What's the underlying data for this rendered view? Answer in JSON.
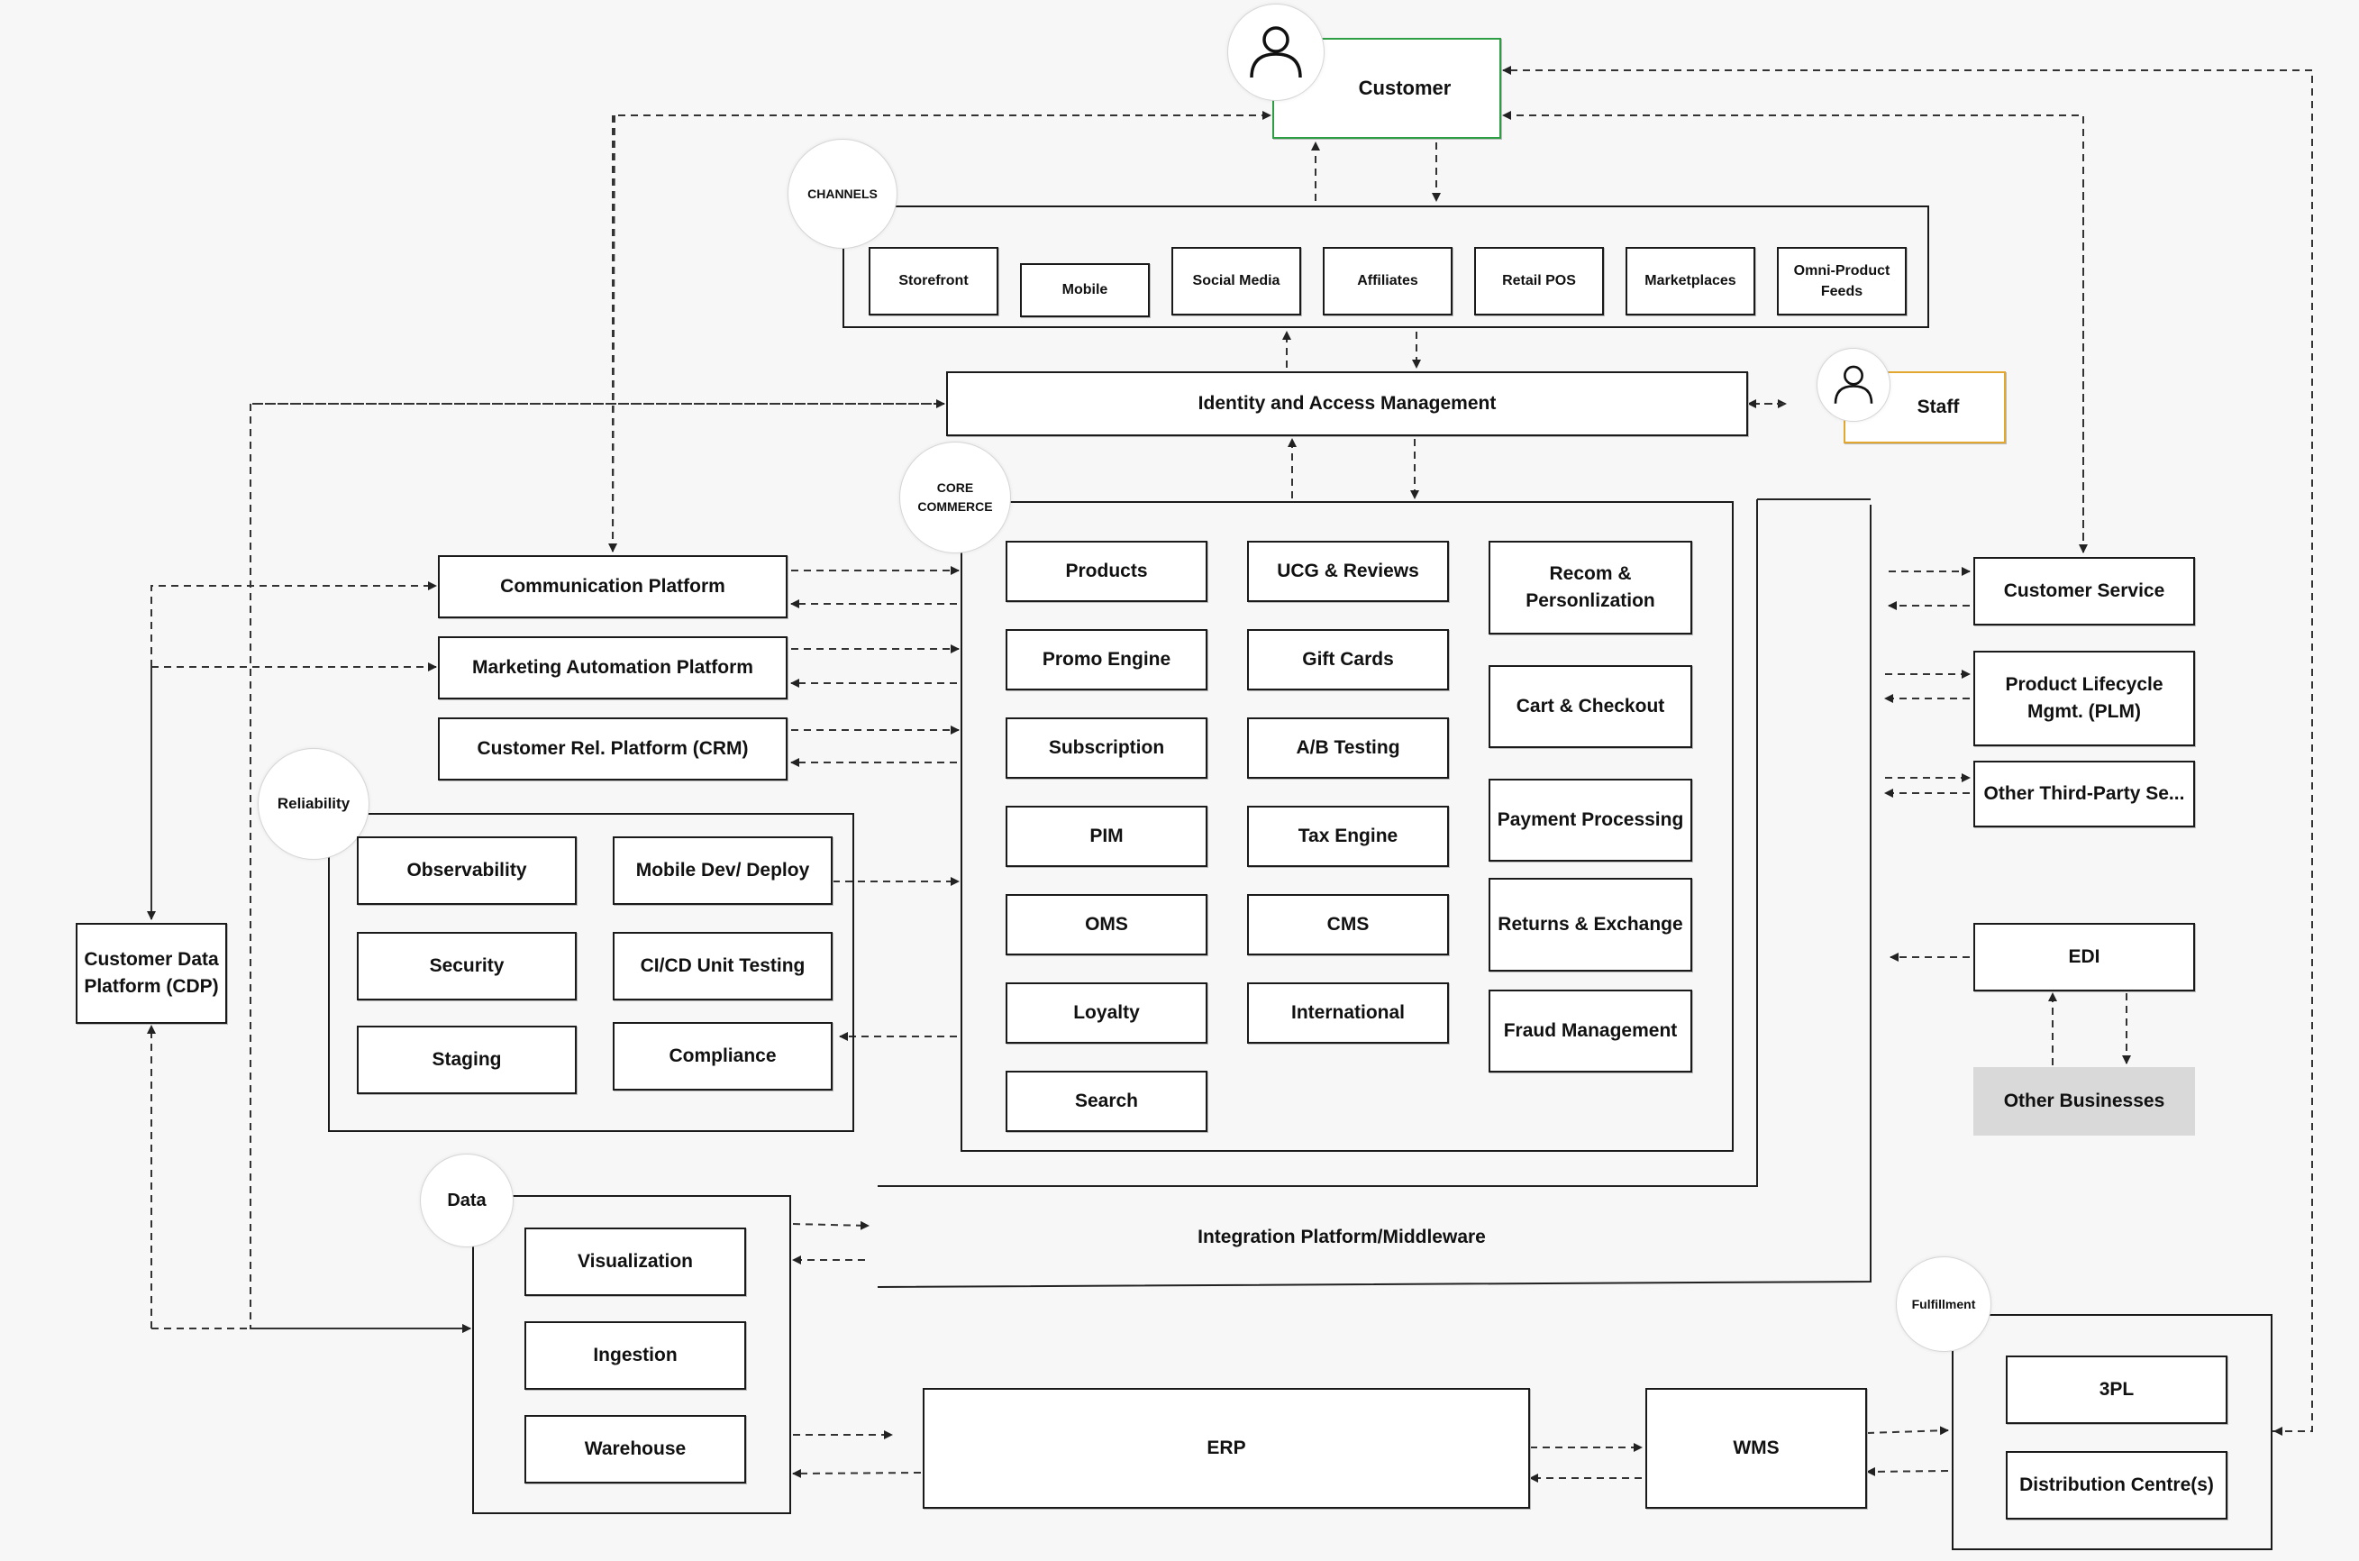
{
  "customer": {
    "label": "Customer",
    "border_color": "#2e9e44"
  },
  "staff": {
    "label": "Staff",
    "border_color": "#e2a72e"
  },
  "channels": {
    "tag": "CHANNELS",
    "items": [
      "Storefront",
      "Mobile",
      "Social Media",
      "Affiliates",
      "Retail POS",
      "Marketplaces",
      "Omni-Product Feeds"
    ]
  },
  "iam": "Identity and Access Management",
  "core": {
    "tag": "CORE COMMERCE",
    "col1": [
      "Products",
      "Promo Engine",
      "Subscription",
      "PIM",
      "OMS",
      "Loyalty",
      "Search"
    ],
    "col2": [
      "UCG & Reviews",
      "Gift Cards",
      "A/B Testing",
      "Tax Engine",
      "CMS",
      "International"
    ],
    "col3": [
      "Recom & Personlization",
      "Cart & Checkout",
      "Payment Processing",
      "Returns & Exchange",
      "Fraud Management"
    ]
  },
  "left_platforms": [
    "Communication Platform",
    "Marketing Automation Platform",
    "Customer Rel. Platform (CRM)"
  ],
  "reliability": {
    "tag": "Reliability",
    "items": [
      "Observability",
      "Mobile Dev/ Deploy",
      "Security",
      "CI/CD Unit Testing",
      "Staging",
      "Compliance"
    ]
  },
  "cdp": "Customer Data Platform (CDP)",
  "data_group": {
    "tag": "Data",
    "items": [
      "Visualization",
      "Ingestion",
      "Warehouse"
    ]
  },
  "integration": "Integration Platform/Middleware",
  "erp": "ERP",
  "wms": "WMS",
  "fulfillment": {
    "tag": "Fulfillment",
    "items": [
      "3PL",
      "Distribution Centre(s)"
    ]
  },
  "right_services": [
    "Customer Service",
    "Product Lifecycle Mgmt. (PLM)",
    "Other Third-Party Se...",
    "EDI"
  ],
  "other_businesses": {
    "label": "Other Businesses",
    "fill": "#d9d9d9"
  },
  "icons": [
    "user-icon"
  ]
}
